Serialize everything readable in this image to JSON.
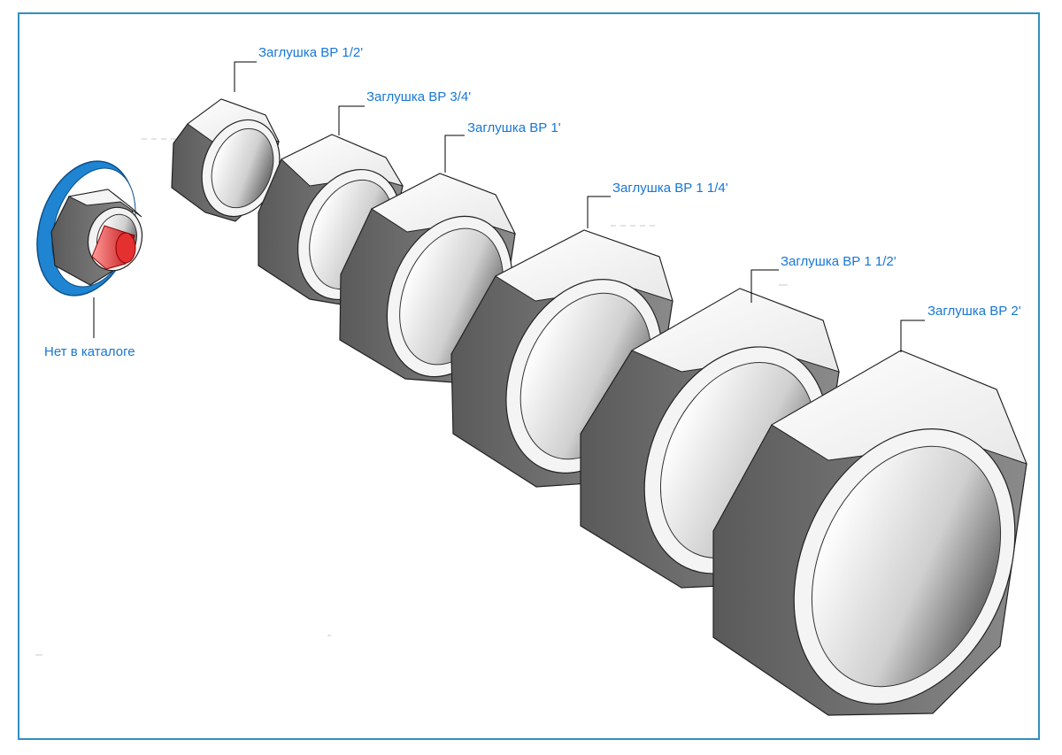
{
  "colors": {
    "frame": "#2f8fc0",
    "label": "#1677d6",
    "washer": "#1f84d2",
    "plug": "#e02b2b"
  },
  "labels": {
    "plug_half": "Заглушка ВР 1/2'",
    "plug_three_quarter": "Заглушка ВР 3/4'",
    "plug_one": "Заглушка ВР 1'",
    "plug_one_quarter": "Заглушка ВР 1 1/4'",
    "plug_one_half": "Заглушка ВР 1 1/2'",
    "plug_two": "Заглушка ВР 2'",
    "not_in_catalog": "Нет в каталоге"
  }
}
